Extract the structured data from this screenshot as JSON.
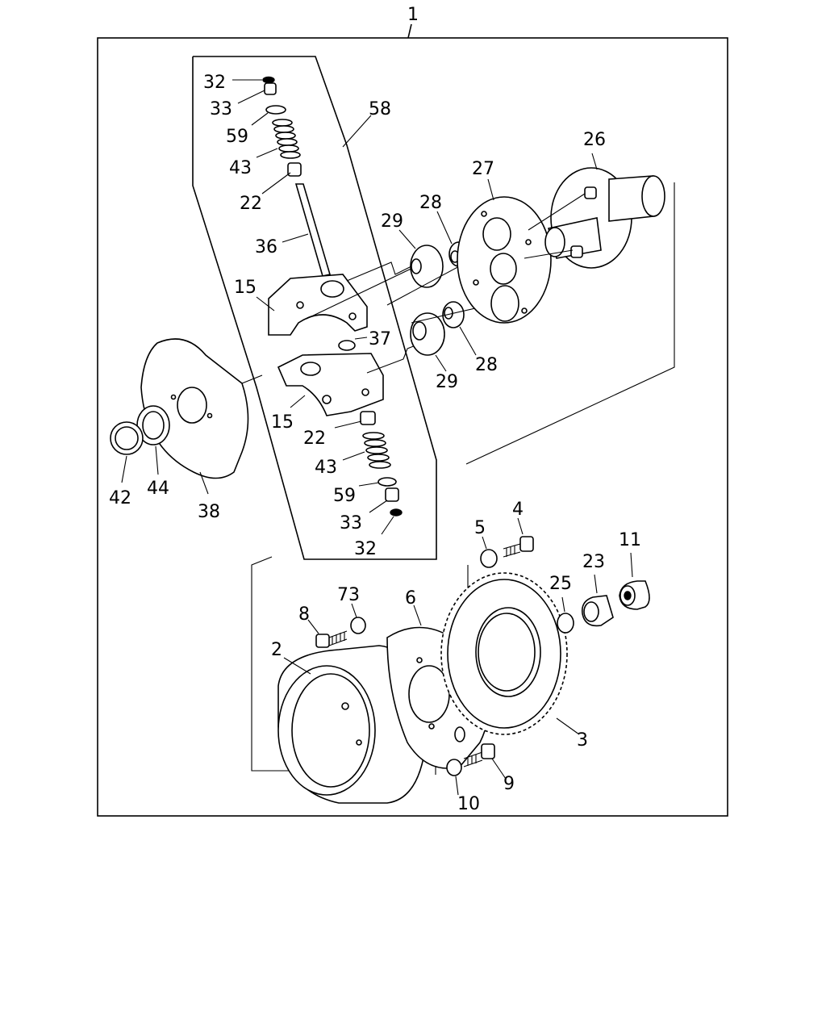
{
  "diagram": {
    "labels": {
      "l1": "1",
      "l32a": "32",
      "l33a": "33",
      "l59a": "59",
      "l43a": "43",
      "l22a": "22",
      "l36": "36",
      "l58": "58",
      "l15a": "15",
      "l29a": "29",
      "l28a": "28",
      "l27": "27",
      "l26": "26",
      "l37": "37",
      "l28b": "28",
      "l29b": "29",
      "l15b": "15",
      "l22b": "22",
      "l43b": "43",
      "l59b": "59",
      "l33b": "33",
      "l32b": "32",
      "l42": "42",
      "l44": "44",
      "l38": "38",
      "l5": "5",
      "l4": "4",
      "l25": "25",
      "l23": "23",
      "l11": "11",
      "l73": "73",
      "l6": "6",
      "l8": "8",
      "l2": "2",
      "l3": "3",
      "l9": "9",
      "l10": "10"
    }
  }
}
